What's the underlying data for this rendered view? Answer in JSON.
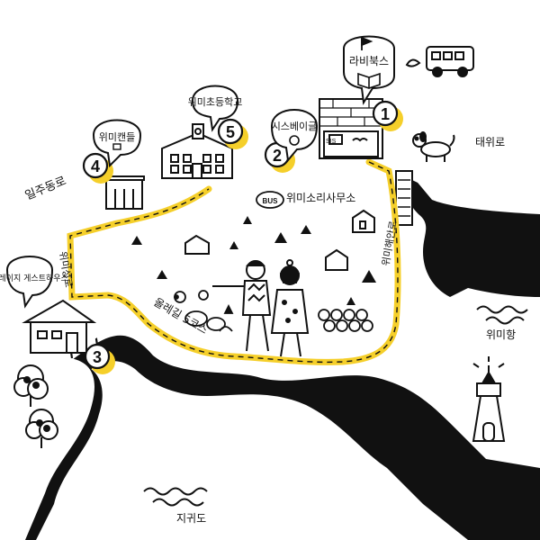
{
  "colors": {
    "route": "#f5cf2a",
    "ink": "#111111",
    "paper": "#ffffff"
  },
  "markers": [
    {
      "number": "1",
      "label": "라비북스"
    },
    {
      "number": "2",
      "label": "시스베이글"
    },
    {
      "number": "3",
      "label": "비레이지 게스트하우스"
    },
    {
      "number": "4",
      "label": "위미캔들"
    },
    {
      "number": "5",
      "label": "위미초등학교"
    }
  ],
  "labels": {
    "road_iljudong": "일주동로",
    "road_taewi": "태위로",
    "road_wimiseong": "위미성로",
    "road_coastal": "위미해안로",
    "bus_badge": "BUS",
    "bus_stop": "위미소리사무소",
    "olle_course": "올레길 5코스",
    "harbor": "위미항",
    "island": "지귀도",
    "shop_sign": "SIS"
  },
  "icons": [
    "flag-icon",
    "book-icon",
    "bagel-icon",
    "candle-icon",
    "bus-icon",
    "dog-icon",
    "lighthouse-icon",
    "tree-icon",
    "house-icon",
    "couple-icon",
    "wave-icon"
  ]
}
